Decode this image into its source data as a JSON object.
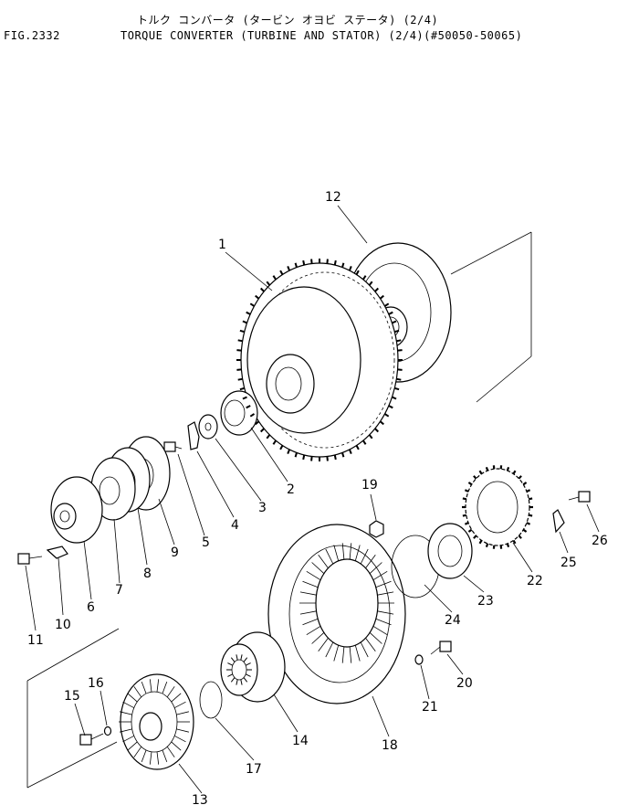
{
  "header": {
    "figure_no": "FIG.2332",
    "title_jp": "トルク コンバータ (タービン オヨビ ステータ) (2/4)",
    "title_en": "TORQUE CONVERTER (TURBINE AND STATOR) (2/4)(#50050-50065)"
  },
  "callouts": {
    "c1": "1",
    "c2": "2",
    "c3": "3",
    "c4": "4",
    "c5": "5",
    "c6": "6",
    "c7": "7",
    "c8": "8",
    "c9": "9",
    "c10": "10",
    "c11": "11",
    "c12": "12",
    "c13": "13",
    "c14": "14",
    "c15": "15",
    "c16": "16",
    "c17": "17",
    "c18": "18",
    "c19": "19",
    "c20": "20",
    "c21": "21",
    "c22": "22",
    "c23": "23",
    "c24": "24",
    "c25": "25",
    "c26": "26"
  }
}
